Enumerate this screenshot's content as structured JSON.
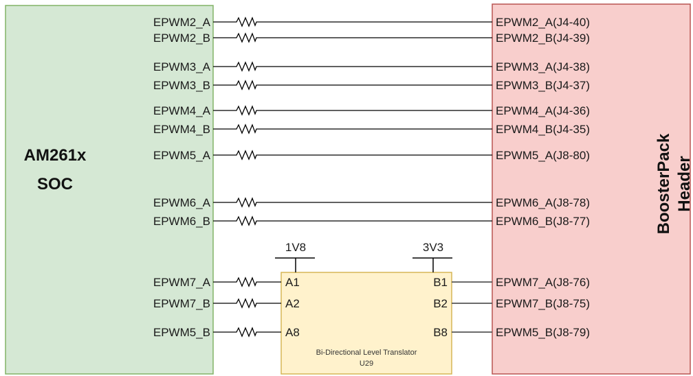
{
  "soc": {
    "title_line1": "AM261x",
    "title_line2": "SOC",
    "fill": "#d5e8d4",
    "stroke": "#82b366"
  },
  "header": {
    "title_line1": "BoosterPack",
    "title_line2": "Header",
    "fill": "#f8cecc",
    "stroke": "#b85450"
  },
  "translator": {
    "label": "Bi-Directional Level Translator",
    "ref": "U29",
    "supply_left": "1V8",
    "supply_right": "3V3",
    "fill": "#fff2cc",
    "stroke": "#d6b656",
    "a_pins": [
      "A1",
      "A2",
      "A8"
    ],
    "b_pins": [
      "B1",
      "B2",
      "B8"
    ]
  },
  "direct_signals": [
    {
      "soc_pin": "EPWM2_A",
      "header_pin": "EPWM2_A(J4-40)"
    },
    {
      "soc_pin": "EPWM2_B",
      "header_pin": "EPWM2_B(J4-39)"
    },
    {
      "soc_pin": "EPWM3_A",
      "header_pin": "EPWM3_A(J4-38)"
    },
    {
      "soc_pin": "EPWM3_B",
      "header_pin": "EPWM3_B(J4-37)"
    },
    {
      "soc_pin": "EPWM4_A",
      "header_pin": "EPWM4_A(J4-36)"
    },
    {
      "soc_pin": "EPWM4_B",
      "header_pin": "EPWM4_B(J4-35)"
    },
    {
      "soc_pin": "EPWM5_A",
      "header_pin": "EPWM5_A(J8-80)"
    },
    {
      "soc_pin": "EPWM6_A",
      "header_pin": "EPWM6_A(J8-78)"
    },
    {
      "soc_pin": "EPWM6_B",
      "header_pin": "EPWM6_B(J8-77)"
    }
  ],
  "translated_signals": [
    {
      "soc_pin": "EPWM7_A",
      "header_pin": "EPWM7_A(J8-76)"
    },
    {
      "soc_pin": "EPWM7_B",
      "header_pin": "EPWM7_B(J8-75)"
    },
    {
      "soc_pin": "EPWM5_B",
      "header_pin": "EPWM5_B(J8-79)"
    }
  ]
}
